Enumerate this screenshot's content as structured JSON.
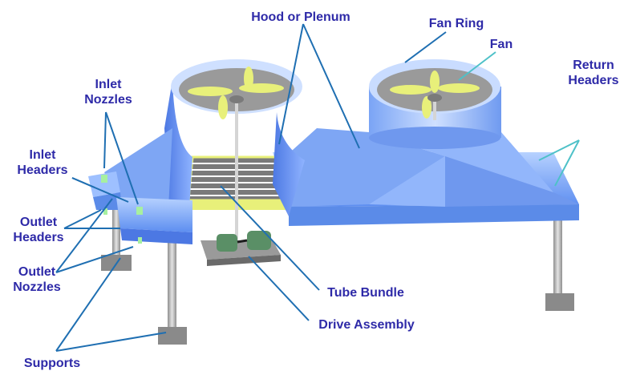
{
  "colors": {
    "label_text": "#2e2aa8",
    "leader_blue": "#1f6fb2",
    "leader_teal": "#4ec1c8",
    "body_light": "#a9c8ff",
    "body_mid": "#6f9df2",
    "body_dark": "#3f6ddc",
    "metal": "#c4c4c4",
    "blade": "#e8f07a",
    "grid": "#9adf7a"
  },
  "labels": {
    "hood": "Hood or Plenum",
    "fan_ring": "Fan Ring",
    "fan": "Fan",
    "return_headers": "Return\nHeaders",
    "inlet_nozzles": "Inlet\nNozzles",
    "inlet_headers": "Inlet\nHeaders",
    "outlet_headers": "Outlet\nHeaders",
    "outlet_nozzles": "Outlet\nNozzles",
    "supports": "Supports",
    "tube_bundle": "Tube Bundle",
    "drive_assembly": "Drive Assembly"
  }
}
